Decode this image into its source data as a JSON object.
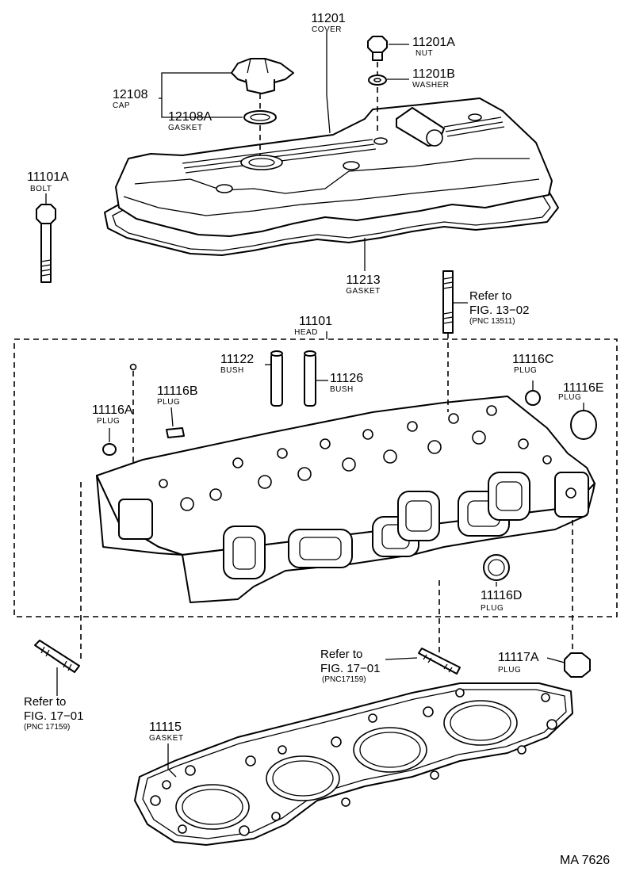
{
  "diagram_id": "MA 7626",
  "parts": [
    {
      "key": "cover",
      "number": "11201",
      "name": "COVER"
    },
    {
      "key": "nut",
      "number": "11201A",
      "name": "NUT"
    },
    {
      "key": "washer",
      "number": "11201B",
      "name": "WASHER"
    },
    {
      "key": "cap",
      "number": "12108",
      "name": "CAP"
    },
    {
      "key": "cap_gasket",
      "number": "12108A",
      "name": "GASKET"
    },
    {
      "key": "bolt",
      "number": "11101A",
      "name": "BOLT"
    },
    {
      "key": "cover_gasket",
      "number": "11213",
      "name": "GASKET"
    },
    {
      "key": "head",
      "number": "11101",
      "name": "HEAD"
    },
    {
      "key": "bush_a",
      "number": "11122",
      "name": "BUSH"
    },
    {
      "key": "bush_b",
      "number": "11126",
      "name": "BUSH"
    },
    {
      "key": "plug_b",
      "number": "11116B",
      "name": "PLUG"
    },
    {
      "key": "plug_a",
      "number": "11116A",
      "name": "PLUG"
    },
    {
      "key": "plug_c",
      "number": "11116C",
      "name": "PLUG"
    },
    {
      "key": "plug_e",
      "number": "11116E",
      "name": "PLUG"
    },
    {
      "key": "plug_d",
      "number": "11116D",
      "name": "PLUG"
    },
    {
      "key": "plug_17a",
      "number": "11117A",
      "name": "PLUG"
    },
    {
      "key": "head_gasket",
      "number": "11115",
      "name": "GASKET"
    }
  ],
  "references": [
    {
      "key": "ref_13",
      "line1": "Refer to",
      "line2": "FIG. 13−02",
      "pnc": "(PNC 13511)"
    },
    {
      "key": "ref_17_center",
      "line1": "Refer to",
      "line2": "FIG. 17−01",
      "pnc": "(PNC17159)"
    },
    {
      "key": "ref_17_left",
      "line1": "Refer to",
      "line2": "FIG. 17−01",
      "pnc": "(PNC 17159)"
    }
  ]
}
